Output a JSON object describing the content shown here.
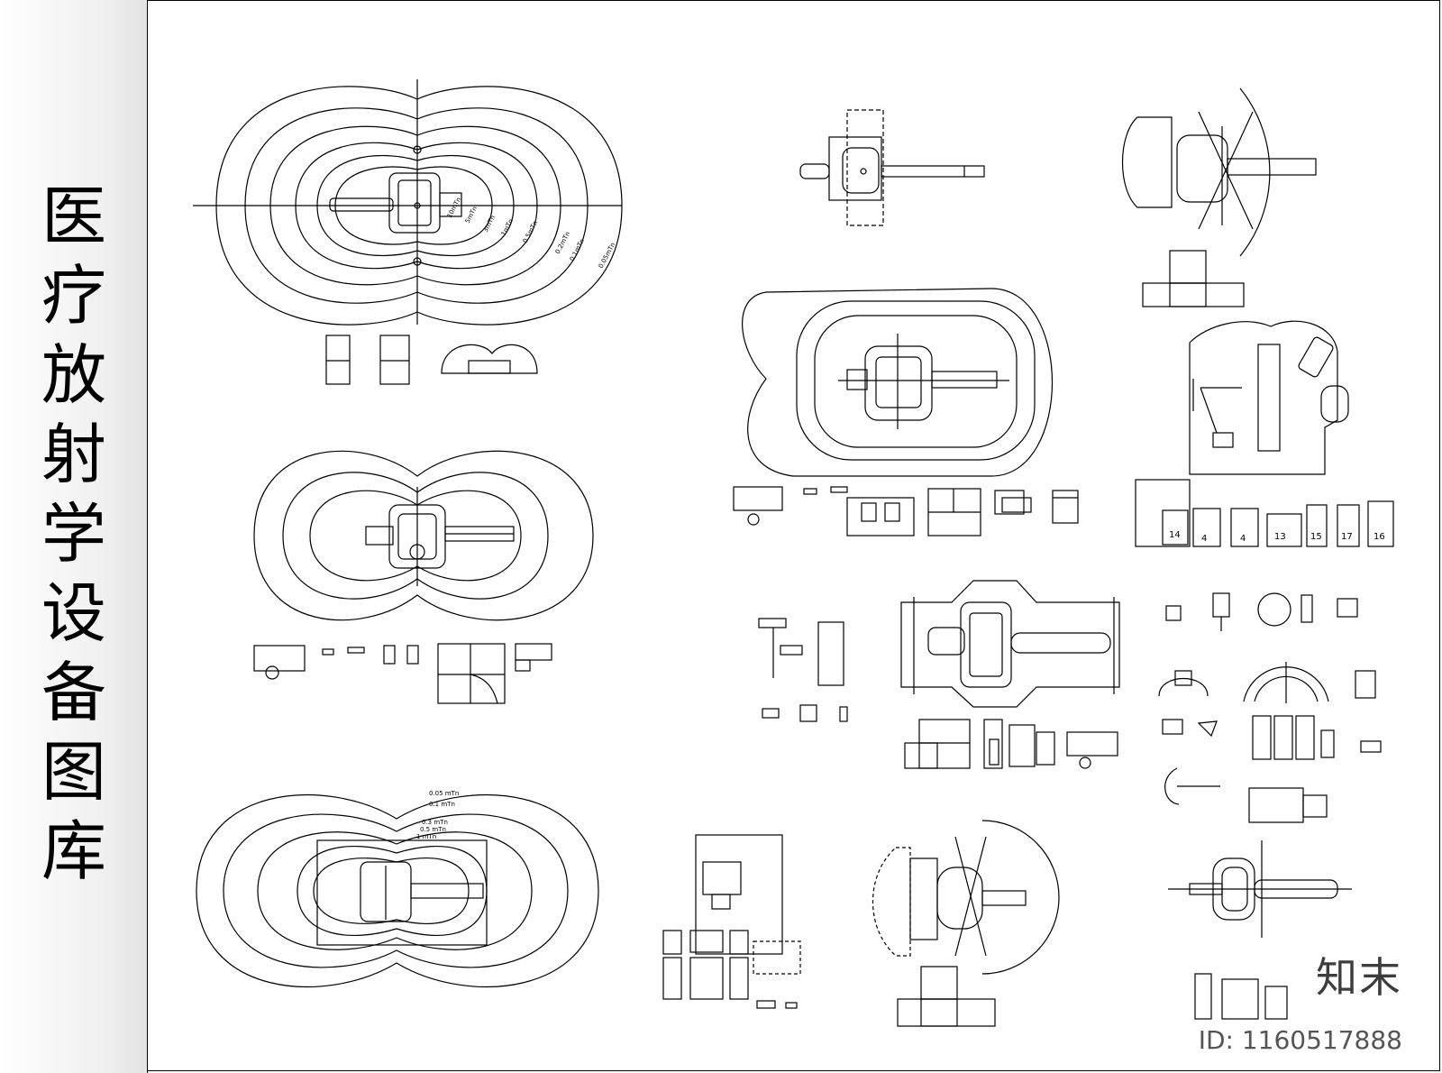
{
  "title": {
    "chars": [
      "医",
      "疗",
      "放",
      "射",
      "学",
      "设",
      "备",
      "图",
      "库"
    ]
  },
  "drawing": {
    "field_labels_top": [
      "10mTn",
      "5mTn",
      "3mTn",
      "1mTn",
      "0.5mTn",
      "0.2mTn",
      "0.1mTn",
      "0.05mTn"
    ],
    "field_labels_bottom": [
      "0.05 mTn",
      "0.1 mTn",
      "0.3 mTn",
      "0.5 mTn",
      "1 mTn"
    ],
    "cell_numbers": [
      "14",
      "4",
      "4",
      "13",
      "15",
      "17",
      "16"
    ]
  },
  "branding": {
    "brand_text": "知末",
    "id_text": "ID: 1160517888"
  }
}
